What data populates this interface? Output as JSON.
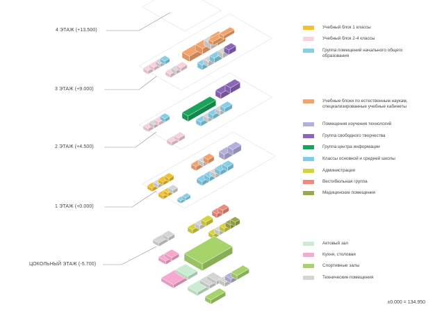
{
  "floors": [
    {
      "label": "4 ЭТАЖ (+13.500)"
    },
    {
      "label": "3 ЭТАЖ (+9.000)"
    },
    {
      "label": "2 ЭТАЖ (+4.500)"
    },
    {
      "label": "1 ЭТАЖ (+0.000)"
    },
    {
      "label": "ЦОКОЛЬНЫЙ ЭТАЖ (-5.700)"
    }
  ],
  "legend": {
    "primary_1": {
      "label": "Учебный блок 1 классы",
      "color": "#f2c12e"
    },
    "primary_2_4": {
      "label": "Учебный блок 2-4 классы",
      "color": "#f7d2dc"
    },
    "primary_general": {
      "label": "Группа помещений начального общего образования",
      "color": "#86cfe8"
    },
    "science": {
      "label": "Учебные блоки по естественным наукам, специализированные учебные кабинеты",
      "color": "#f4a36c"
    },
    "technology": {
      "label": "Помещения изучения технологий",
      "color": "#b2b0dd"
    },
    "creativity": {
      "label": "Группа свободного творчества",
      "color": "#8c66b8"
    },
    "info_center": {
      "label": "Группа центра информации",
      "color": "#1aa35a"
    },
    "secondary": {
      "label": "Классы основной и средней школы",
      "color": "#7fcdea"
    },
    "admin": {
      "label": "Администрация",
      "color": "#d4d43a"
    },
    "lobby": {
      "label": "Вестибюльная группа",
      "color": "#ef8b7a"
    },
    "medical": {
      "label": "Медицинские помещения",
      "color": "#9ba84a"
    },
    "assembly": {
      "label": "Актовый зал",
      "color": "#c9ecd2"
    },
    "kitchen": {
      "label": "Кухня, столовая",
      "color": "#f7a8cf"
    },
    "sports": {
      "label": "Спортивные залы",
      "color": "#a6d46a"
    },
    "technical": {
      "label": "Технические помещения",
      "color": "#d5d5d5"
    }
  },
  "elevation_note": "±0.000 = 134.950"
}
